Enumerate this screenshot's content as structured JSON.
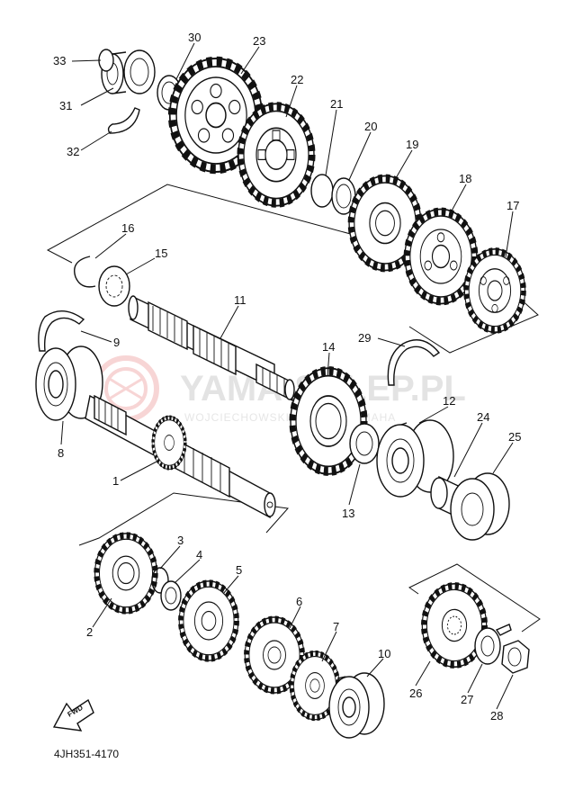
{
  "diagram": {
    "code": "4JH351-4170",
    "fwd_label": "FWD",
    "watermark": {
      "text": "YAMA-SKLEP.PL",
      "subtext": "WOJCIECHOWSKI DEALER YAMAHA"
    },
    "parts": [
      {
        "num": "1"
      },
      {
        "num": "2"
      },
      {
        "num": "3"
      },
      {
        "num": "4"
      },
      {
        "num": "5"
      },
      {
        "num": "6"
      },
      {
        "num": "7"
      },
      {
        "num": "8"
      },
      {
        "num": "9"
      },
      {
        "num": "10"
      },
      {
        "num": "11"
      },
      {
        "num": "12"
      },
      {
        "num": "13"
      },
      {
        "num": "14"
      },
      {
        "num": "15"
      },
      {
        "num": "16"
      },
      {
        "num": "17"
      },
      {
        "num": "18"
      },
      {
        "num": "19"
      },
      {
        "num": "20"
      },
      {
        "num": "21"
      },
      {
        "num": "22"
      },
      {
        "num": "23"
      },
      {
        "num": "24"
      },
      {
        "num": "25"
      },
      {
        "num": "26"
      },
      {
        "num": "27"
      },
      {
        "num": "28"
      },
      {
        "num": "29"
      },
      {
        "num": "30"
      },
      {
        "num": "31"
      },
      {
        "num": "32"
      },
      {
        "num": "33"
      }
    ]
  }
}
